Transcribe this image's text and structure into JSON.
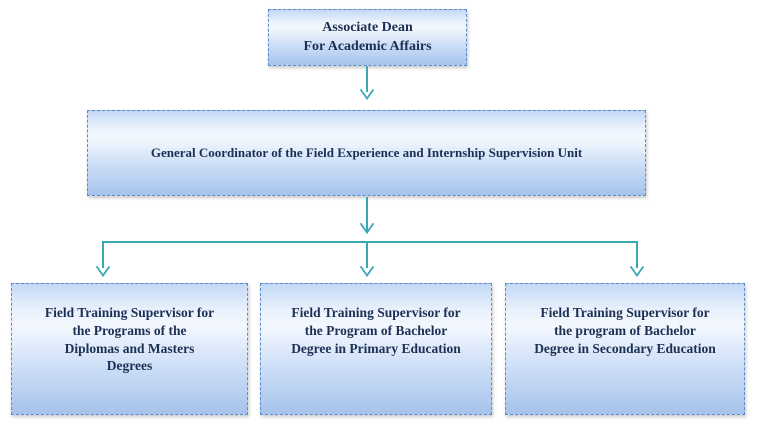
{
  "diagram": {
    "type": "org-chart",
    "colors": {
      "node_fill_top": "#c3d8f6",
      "node_fill_highlight": "#f4f8fe",
      "node_fill_bottom": "#a6c3ec",
      "node_border": "#5b8bc9",
      "node_text": "#1b3054",
      "connector": "#3aa7b5",
      "background": "#ffffff"
    },
    "nodes": {
      "associate_dean": {
        "lines": [
          "Associate Dean",
          "For Academic Affairs"
        ]
      },
      "general_coordinator": {
        "lines": [
          "General Coordinator of the Field Experience and Internship Supervision Unit"
        ]
      },
      "supervisor_diplomas_masters": {
        "lines": [
          "Field Training Supervisor for",
          "the Programs of the",
          "Diplomas and Masters",
          "Degrees"
        ]
      },
      "supervisor_bachelor_primary": {
        "lines": [
          "Field Training Supervisor for",
          "the Program of Bachelor",
          "Degree in Primary Education"
        ]
      },
      "supervisor_bachelor_secondary": {
        "lines": [
          "Field Training Supervisor for",
          "the program of Bachelor",
          "Degree in Secondary Education"
        ]
      }
    },
    "edges": [
      {
        "from": "associate_dean",
        "to": "general_coordinator"
      },
      {
        "from": "general_coordinator",
        "to": "supervisor_diplomas_masters"
      },
      {
        "from": "general_coordinator",
        "to": "supervisor_bachelor_primary"
      },
      {
        "from": "general_coordinator",
        "to": "supervisor_bachelor_secondary"
      }
    ]
  }
}
